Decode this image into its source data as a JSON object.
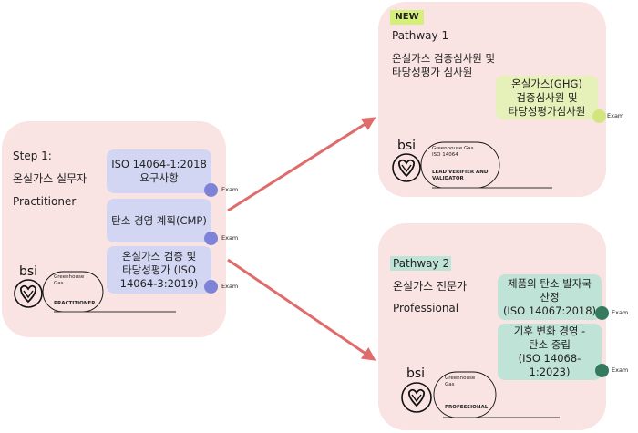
{
  "step1": {
    "heading": "Step 1:",
    "title_ko": "온실가스 실무자",
    "title_en": "Practitioner",
    "items": [
      {
        "lines": [
          "ISO 14064-1:2018",
          "요구사항"
        ],
        "exam": "Exam"
      },
      {
        "lines": [
          "탄소 경영 계획(CMP)"
        ],
        "exam": "Exam"
      },
      {
        "lines": [
          "온실가스 검증 및",
          "타당성평가 (ISO",
          "14064-3:2019)"
        ],
        "exam": "Exam"
      }
    ],
    "logo": {
      "brand": "bsi",
      "line1": "Greenhouse",
      "line2": "Gas",
      "level": "PRACTITIONER"
    }
  },
  "pathway1": {
    "badge": "NEW",
    "heading": "Pathway 1",
    "title_lines": [
      "온실가스 검증심사원 및",
      "타당성평가 심사원"
    ],
    "item": {
      "lines": [
        "온실가스(GHG)",
        "검증심사원 및",
        "타당성평가심사원"
      ],
      "exam": "Exam"
    },
    "logo": {
      "brand": "bsi",
      "line1": "Greenhouse Gas",
      "line2": "ISO 14064",
      "level_lines": [
        "LEAD VERIFIER AND",
        "VALIDATOR"
      ]
    }
  },
  "pathway2": {
    "heading": "Pathway 2",
    "title_ko": "온실가스 전문가",
    "title_en": "Professional",
    "items": [
      {
        "lines": [
          "제품의 탄소 발자국",
          "산정",
          "(ISO 14067:2018)"
        ],
        "exam": "Exam"
      },
      {
        "lines": [
          "기후 변화 경영 -",
          "탄소 중립",
          "(ISO 14068-",
          "1:2023)"
        ],
        "exam": "Exam"
      }
    ],
    "logo": {
      "brand": "bsi",
      "line1": "Greenhouse",
      "line2": "Gas",
      "level": "PROFESSIONAL"
    }
  },
  "colors": {
    "card": "#f9e3e3",
    "arrow": "#e06b6b",
    "blue_box": "#d3d6f3",
    "blue_dot": "#7d83d6",
    "yellow_box": "#e5f1b9",
    "yellow_dot": "#d3e57d",
    "green_box": "#bfe3d6",
    "green_dot": "#337a5f"
  }
}
